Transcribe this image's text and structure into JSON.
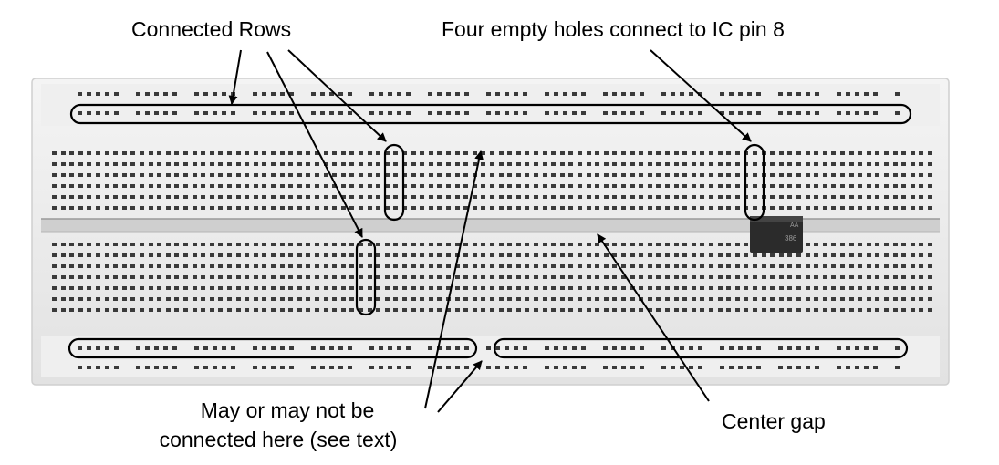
{
  "annotations": {
    "connected_rows": "Connected Rows",
    "four_empty_holes": "Four empty holes connect to IC pin 8",
    "may_or_may_not_line1": "May or may not be",
    "may_or_may_not_line2": "connected here  (see text)",
    "center_gap": "Center gap"
  },
  "colors": {
    "board": "#ededed",
    "board_edge": "#d6d6d6",
    "hole": "#3a3a3a",
    "outline": "#000000",
    "ic_chip": "#2b2b2b"
  },
  "icons": {
    "ic_chip": "ic-chip-icon"
  }
}
